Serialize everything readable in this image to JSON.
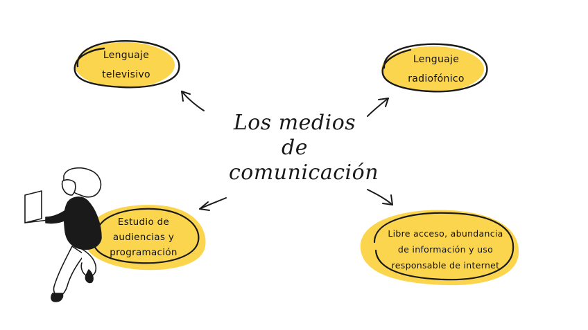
{
  "center": {
    "line1": "Los medios",
    "line2": "de",
    "line3": "comunicación"
  },
  "nodes": [
    {
      "lines": [
        "Lenguaje",
        "televisivo"
      ]
    },
    {
      "lines": [
        "Lenguaje",
        "radiofónico"
      ]
    },
    {
      "lines": [
        "Estudio de",
        "audiencias y",
        "programación"
      ]
    },
    {
      "lines": [
        "Libre acceso, abundancia",
        "de información y uso",
        "responsable de internet"
      ]
    }
  ],
  "colors": {
    "bubble_fill": "#fcd54e",
    "outline": "#1a1a1a",
    "person_shirt": "#1a1a1a",
    "background": "#ffffff"
  },
  "icons": {
    "person": "person-with-laptop-illustration"
  }
}
